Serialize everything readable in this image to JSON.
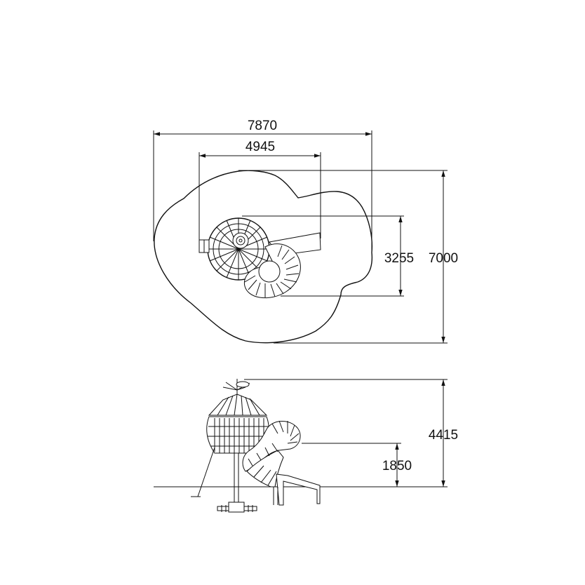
{
  "plan_view": {
    "dimensions": {
      "overall_width": "7870",
      "inner_width": "4945",
      "inner_height": "3255",
      "overall_height": "7000"
    }
  },
  "elevation_view": {
    "dimensions": {
      "total_height": "4415",
      "platform_height": "1850"
    }
  },
  "colors": {
    "line": "#111111",
    "background": "#ffffff"
  }
}
